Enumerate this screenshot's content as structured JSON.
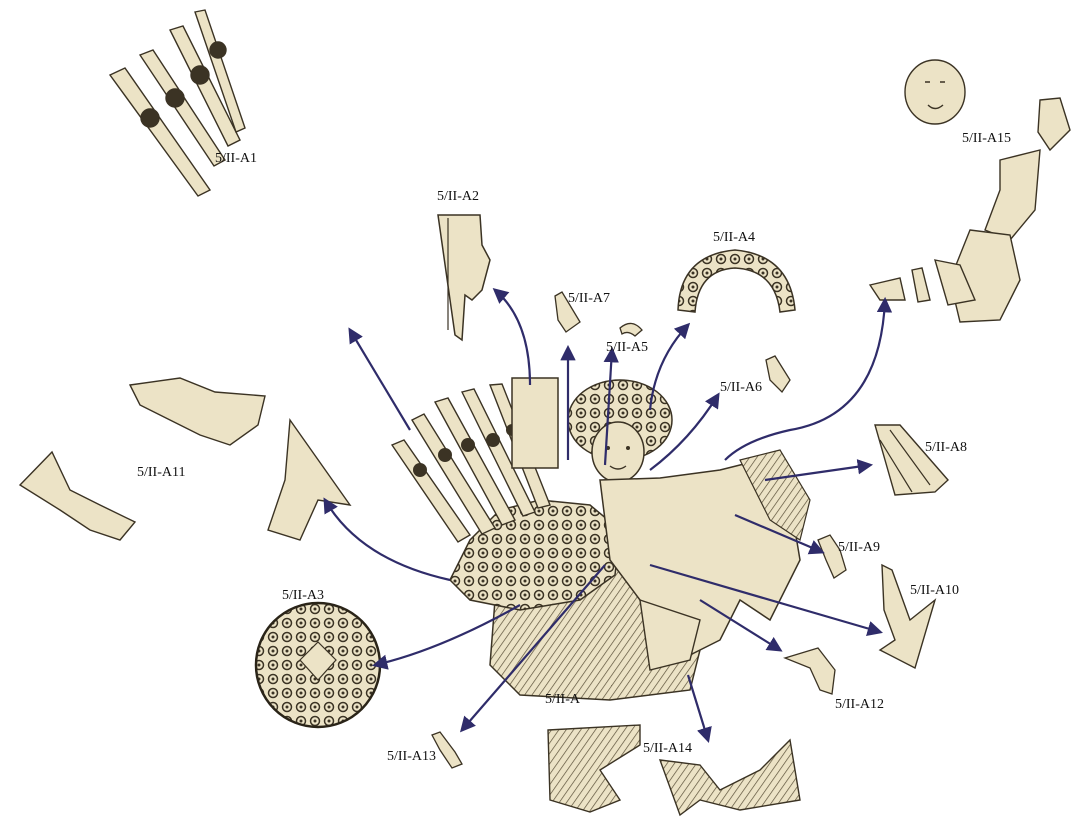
{
  "colors": {
    "paper": "#ece3c6",
    "ink": "#3b3324",
    "inkLight": "#6b5f45",
    "arrow": "#2f2c6a"
  },
  "labels": {
    "a": "5/II-A",
    "a1": "5/II-A1",
    "a2": "5/II-A2",
    "a3": "5/II-A3",
    "a4": "5/II-A4",
    "a5": "5/II-A5",
    "a6": "5/II-A6",
    "a7": "5/II-A7",
    "a8": "5/II-A8",
    "a9": "5/II-A9",
    "a10": "5/II-A10",
    "a11": "5/II-A11",
    "a12": "5/II-A12",
    "a13": "5/II-A13",
    "a14": "5/II-A14",
    "a15": "5/II-A15"
  }
}
